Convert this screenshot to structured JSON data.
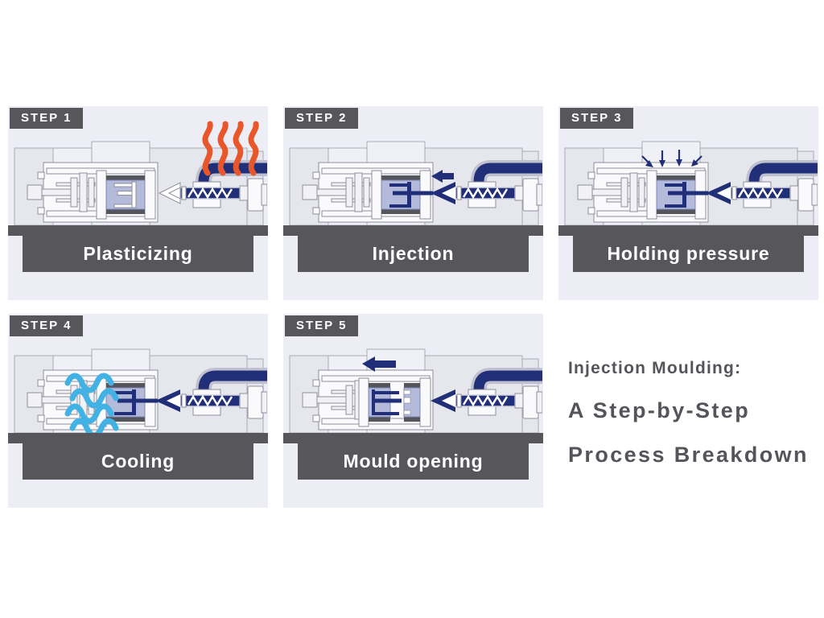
{
  "title_block": {
    "heading": "Injection Moulding:",
    "line2": "A Step-by-Step",
    "line3": "Process Breakdown"
  },
  "steps": [
    {
      "badge": "STEP 1",
      "caption": "Plasticizing",
      "annotation_icon": "heat-waves"
    },
    {
      "badge": "STEP 2",
      "caption": "Injection",
      "annotation_icon": "arrow-left"
    },
    {
      "badge": "STEP 3",
      "caption": "Holding pressure",
      "annotation_icon": "pressure-arrows"
    },
    {
      "badge": "STEP 4",
      "caption": "Cooling",
      "annotation_icon": "cooling-waves"
    },
    {
      "badge": "STEP 5",
      "caption": "Mould opening",
      "annotation_icon": "arrow-left"
    }
  ],
  "colors": {
    "navy": "#212e78",
    "orange": "#e8562b",
    "cyan": "#42b1e3",
    "dark_gray": "#57575b",
    "panel_background": "#edeef5",
    "mould_lavender": "#b4bada",
    "title_text": "#54555a"
  }
}
